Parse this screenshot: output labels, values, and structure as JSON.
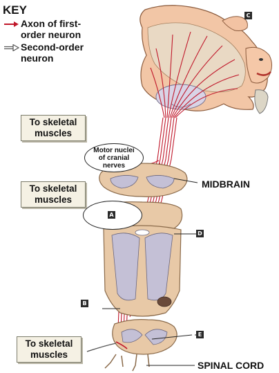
{
  "key": {
    "title": "KEY",
    "items": [
      {
        "label": "Axon of first-\norder neuron",
        "color": "#c0172a"
      },
      {
        "label": "Second-order\nneuron",
        "color": "#555555"
      }
    ]
  },
  "callouts": {
    "skeletal_top": "To skeletal\nmuscles",
    "skeletal_mid": "To skeletal\nmuscles",
    "skeletal_bottom": "To skeletal\nmuscles"
  },
  "motor_nuclei": "Motor nuclei\nof cranial\nnerves",
  "labels": {
    "midbrain": "MIDBRAIN",
    "spinal_cord": "SPINAL CORD"
  },
  "tags": {
    "a": "A",
    "b": "B",
    "c": "C",
    "d": "D",
    "e": "E"
  },
  "colors": {
    "tract": "#c0172a",
    "tissue": "#e8c9a7",
    "cortex": "#f0c3a4",
    "gray_matter": "#c4c0d6"
  }
}
